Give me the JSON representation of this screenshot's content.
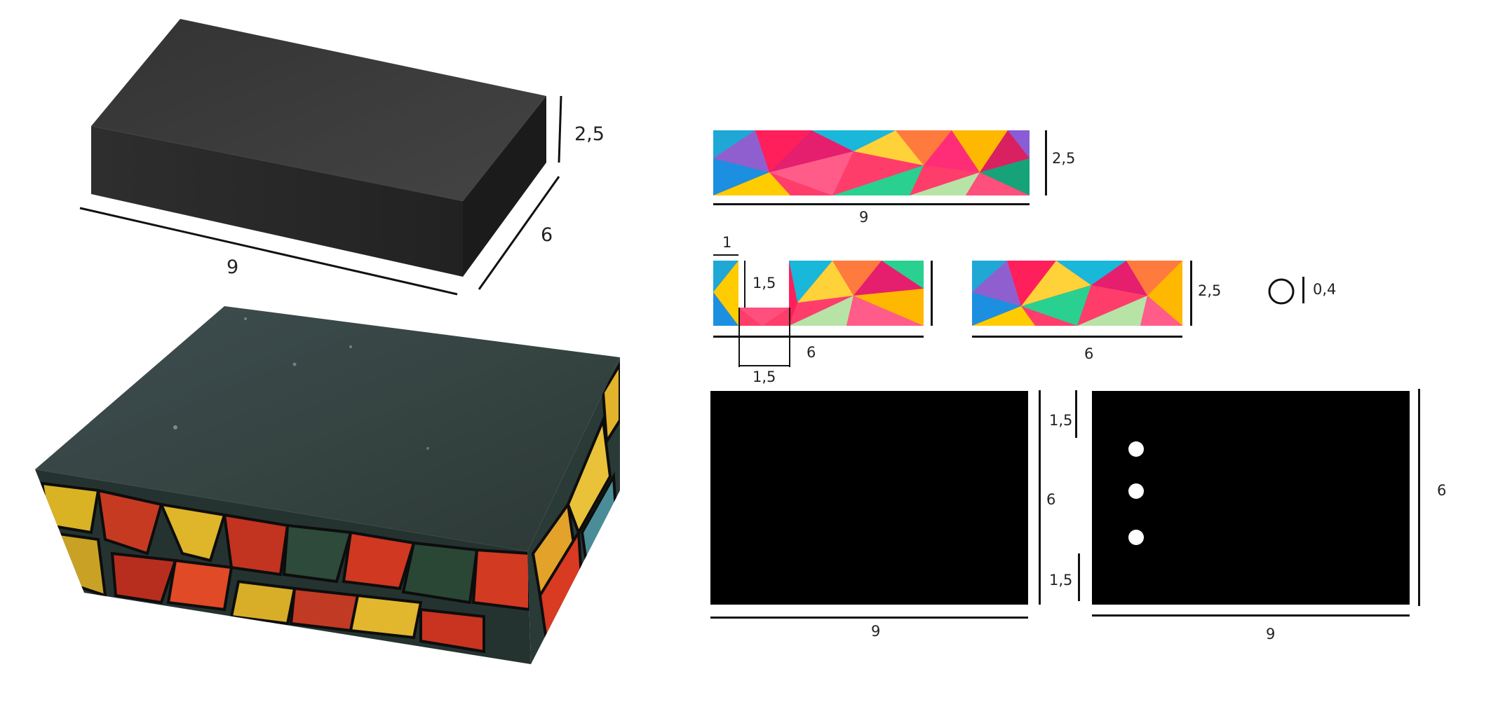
{
  "isometric_box": {
    "length": "9",
    "width": "6",
    "height": "2,5"
  },
  "strips": {
    "long": {
      "length": "9",
      "height": "2,5"
    },
    "short_notched": {
      "length": "6",
      "notch_width_top": "1",
      "notch_depth": "1,5",
      "notch_width": "1,5"
    },
    "short_plain": {
      "length": "6",
      "height": "2,5"
    }
  },
  "hole": {
    "diameter": "0,4"
  },
  "panels": {
    "left": {
      "length": "9",
      "height": "6",
      "margin_top": "1,5",
      "margin_bottom": "1,5"
    },
    "right": {
      "length": "9",
      "height": "6"
    }
  },
  "colors": {
    "box_top": "#3a3a3a",
    "box_front": "#262626",
    "box_side": "#1a1a1a",
    "panel": "#000000",
    "hole_fill": "#ffffff"
  }
}
